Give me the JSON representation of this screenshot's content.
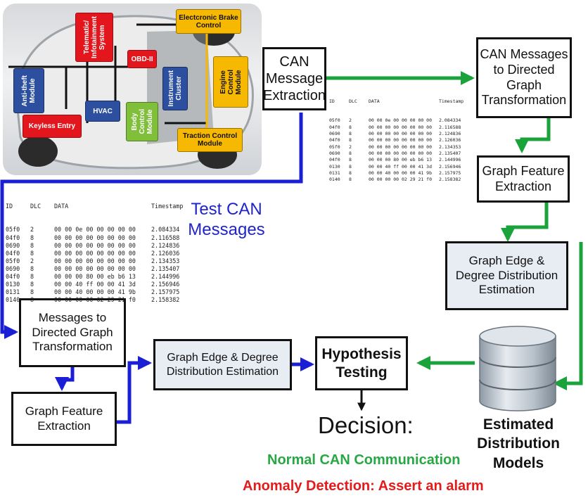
{
  "colors": {
    "blue_arrow": "#1a1fd6",
    "green_arrow": "#19a33a",
    "normal": "#27a844",
    "anomaly": "#e31b1b"
  },
  "ecus": {
    "telematic": "Telematic/\nInfotainment\nSystem",
    "ebc": "Electcronic Brake\nControl",
    "obd": "OBD-II",
    "antitheft": "Anti-theft\nModule",
    "hvac": "HVAC",
    "instrument": "Instrument\nCluster",
    "engine": "Engine\nControl\nModule",
    "keyless": "Keyless Entry",
    "body": "Body\nControl\nModule",
    "traction": "Traction Control\nModule"
  },
  "boxes": {
    "can_extract": "CAN\nMessage\nExtraction",
    "to_graph_top": "CAN Messages\nto Directed\nGraph\nTransformation",
    "feat_top": "Graph Feature\nExtraction",
    "edge_top": "Graph Edge &\nDegree Distribution\nEstimation",
    "to_graph_bottom": "Messages to\nDirected Graph\nTransformation",
    "feat_bottom": "Graph Feature\nExtraction",
    "edge_bottom": "Graph Edge & Degree\nDistribution Estimation",
    "hypothesis": "Hypothesis\nTesting"
  },
  "log_header": {
    "id": "ID",
    "dlc": "DLC",
    "data": "DATA",
    "ts": "Timestamp"
  },
  "log_rows": [
    {
      "id": "05f0",
      "dlc": "2",
      "data": "00 00 0e 00 00 00 00 00",
      "ts": "2.084334"
    },
    {
      "id": "04f0",
      "dlc": "8",
      "data": "00 00 00 00 00 00 00 00",
      "ts": "2.116588"
    },
    {
      "id": "0690",
      "dlc": "8",
      "data": "00 00 00 00 00 00 00 00",
      "ts": "2.124836"
    },
    {
      "id": "04f0",
      "dlc": "8",
      "data": "00 00 00 00 00 00 00 00",
      "ts": "2.126036"
    },
    {
      "id": "05f0",
      "dlc": "2",
      "data": "00 00 00 00 00 00 00 00",
      "ts": "2.134353"
    },
    {
      "id": "0690",
      "dlc": "8",
      "data": "00 00 00 00 00 00 00 00",
      "ts": "2.135407"
    },
    {
      "id": "04f0",
      "dlc": "8",
      "data": "00 00 00 80 00 eb b6 13",
      "ts": "2.144996"
    },
    {
      "id": "0130",
      "dlc": "8",
      "data": "00 00 40 ff 00 00 41 3d",
      "ts": "2.156946"
    },
    {
      "id": "0131",
      "dlc": "8",
      "data": "00 00 40 00 00 00 41 9b",
      "ts": "2.157975"
    },
    {
      "id": "0140",
      "dlc": "8",
      "data": "00 00 00 00 02 29 21 f0",
      "ts": "2.158382"
    }
  ],
  "test_label": "Test CAN\nMessages",
  "decision": "Decision:",
  "normal": "Normal CAN Communication",
  "anomaly": "Anomaly Detection: Assert an alarm",
  "db_label": "Estimated\nDistribution\nModels"
}
